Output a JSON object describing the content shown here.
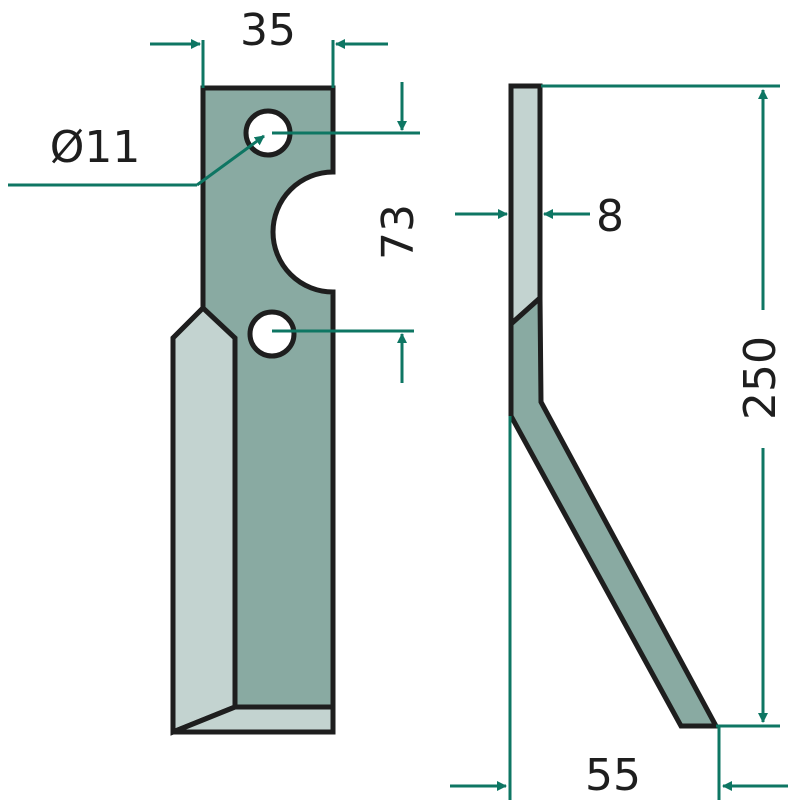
{
  "drawing": {
    "subject": "tiller blade technical drawing",
    "views": [
      "front view",
      "side view"
    ],
    "colors": {
      "background": "#ffffff",
      "outline": "#1e1e1e",
      "blade_dark": "#89aaa2",
      "blade_light": "#c3d3d0",
      "dimension": "#0e7663",
      "hole": "#ffffff"
    }
  },
  "dimensions": {
    "width": {
      "label": "35",
      "unit": "mm"
    },
    "hole_diameter": {
      "label": "Ø11",
      "unit": "mm"
    },
    "hole_spacing": {
      "label": "73",
      "unit": "mm"
    },
    "thickness": {
      "label": "8",
      "unit": "mm"
    },
    "height": {
      "label": "250",
      "unit": "mm"
    },
    "offset": {
      "label": "55",
      "unit": "mm"
    }
  }
}
